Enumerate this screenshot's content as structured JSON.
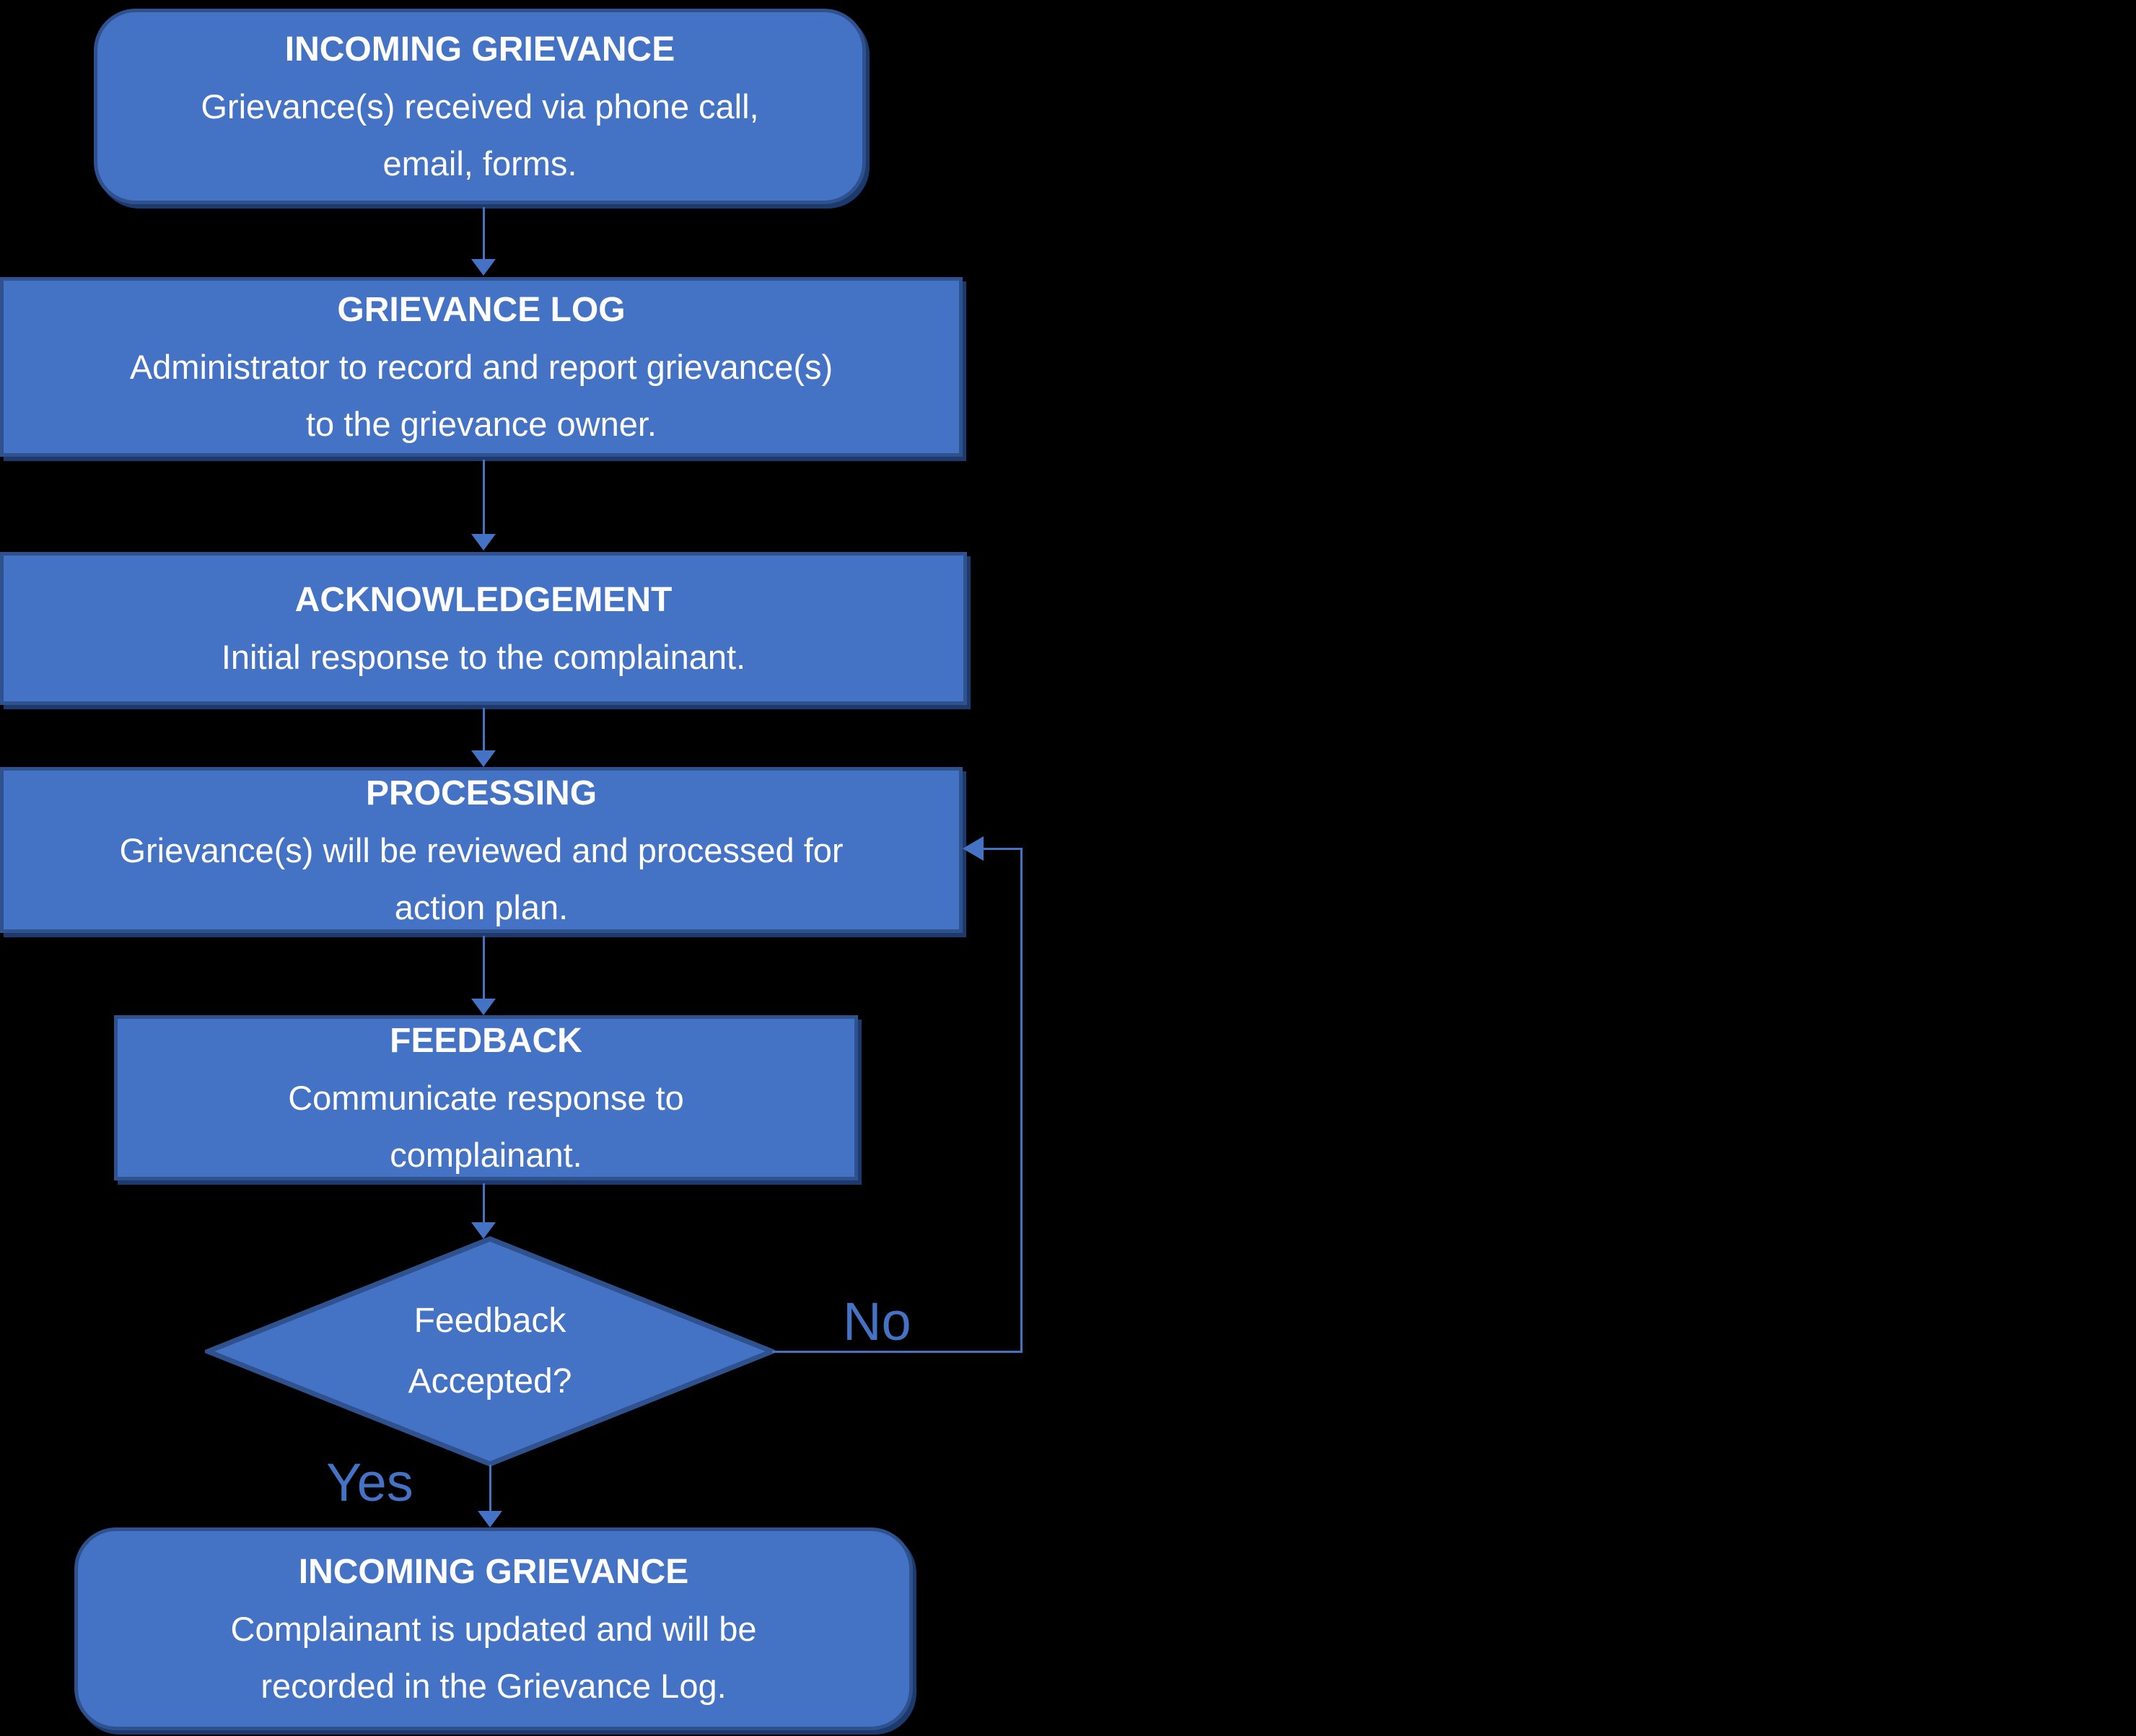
{
  "background_color": "#000000",
  "colors": {
    "node_fill": "#4472C4",
    "node_border": "#2F528F",
    "node_text": "#FFFFFF",
    "connector": "#4472C4",
    "label_text": "#4472C4"
  },
  "nodes": {
    "incoming_grievance_start": {
      "title": "INCOMING GRIEVANCE",
      "body": "Grievance(s) received via phone call,\nemail, forms."
    },
    "grievance_log": {
      "title": "GRIEVANCE LOG",
      "body": "Administrator to record and report grievance(s)\nto the grievance owner."
    },
    "acknowledgement": {
      "title": "ACKNOWLEDGEMENT",
      "body": "Initial response to the complainant."
    },
    "processing": {
      "title": "PROCESSING",
      "body": "Grievance(s) will be reviewed and processed for\naction plan."
    },
    "feedback": {
      "title": "FEEDBACK",
      "body": "Communicate response to\ncomplainant."
    },
    "decision": {
      "text": "Feedback\nAccepted?"
    },
    "incoming_grievance_end": {
      "title": "INCOMING GRIEVANCE",
      "body": "Complainant is updated and will be\nrecorded in the Grievance Log."
    }
  },
  "labels": {
    "no": "No",
    "yes": "Yes"
  }
}
